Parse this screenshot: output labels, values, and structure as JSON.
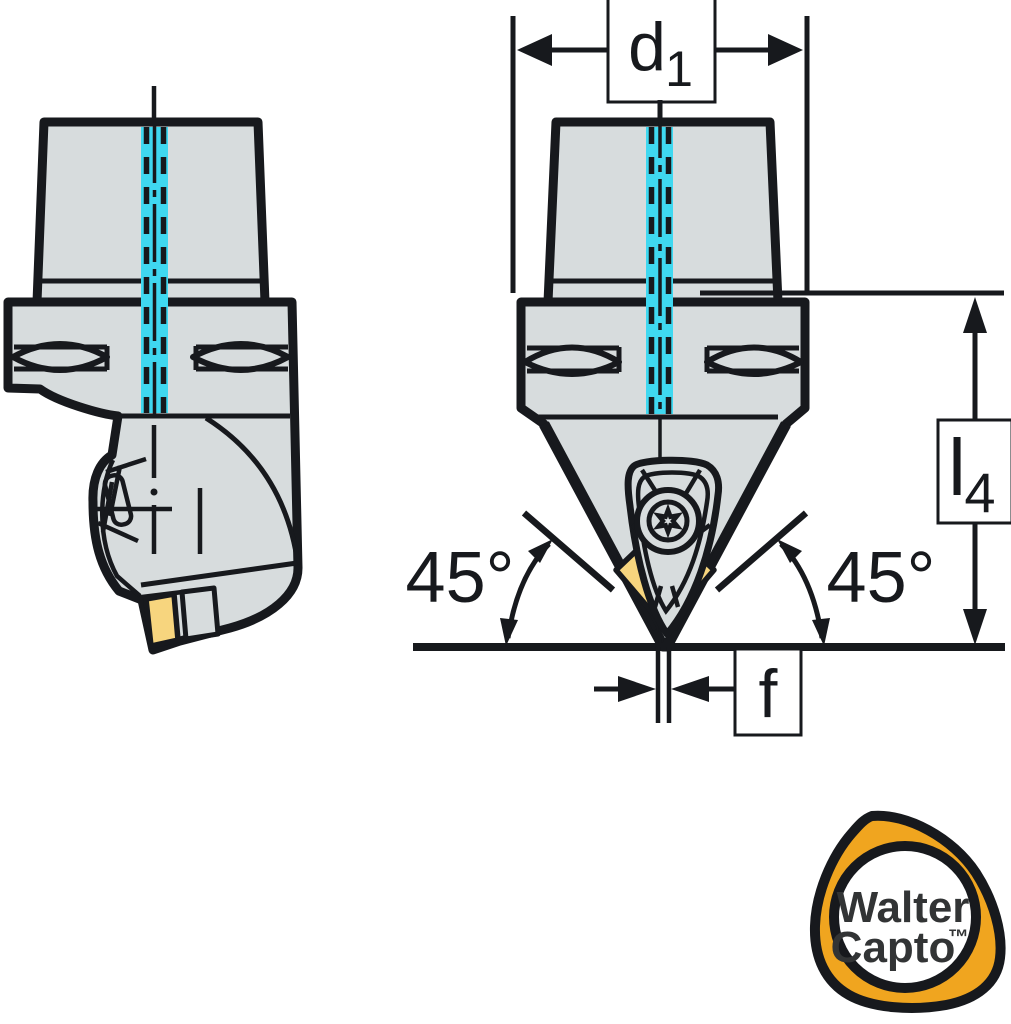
{
  "drawing": {
    "labels": {
      "d1": {
        "base": "d",
        "sub": "1"
      },
      "l4": {
        "base": "l",
        "sub": "4"
      },
      "angle_left": "45°",
      "angle_right": "45°",
      "f": "f"
    },
    "logo": {
      "line1": "Walter",
      "line2": "Capto",
      "tm": "™"
    },
    "colors": {
      "line": "#17191D",
      "body": "#D7DCDD",
      "coolant": "#3FD8F0",
      "insert": "#F7D57E",
      "logo_badge": "#F0A51F",
      "logo_text": "#323435",
      "label_box": "#FFFFFF",
      "background": "#FFFFFF"
    }
  }
}
